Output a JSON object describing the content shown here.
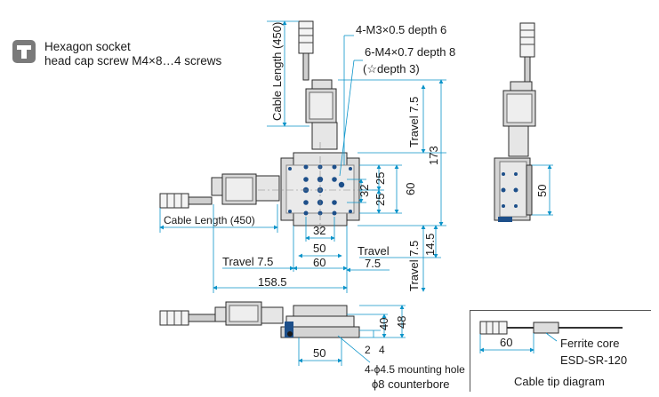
{
  "legend": {
    "icon": "hex-socket-screw-icon",
    "line1": "Hexagon socket",
    "line2": "head cap screw M4×8…4 screws"
  },
  "notes": {
    "m3": "4-M3×0.5 depth 6",
    "m4": "6-M4×0.7 depth 8",
    "m4b": "(☆depth 3)",
    "mount_hole": "4-ϕ4.5 mounting hole",
    "counterbore": "ϕ8 counterbore",
    "ferrite1": "Ferrite core",
    "ferrite2": "ESD-SR-120",
    "tip_title": "Cable tip diagram"
  },
  "dims": {
    "cable_len_v": "Cable Length (450)",
    "cable_len_h": "Cable Length (450)",
    "travel_v_top": "Travel 7.5",
    "d173": "173",
    "d25a": "25",
    "d25b": "25",
    "d32v": "32",
    "d60v": "60",
    "d32h": "32",
    "d50h": "50",
    "d60h": "60",
    "travel_h_left": "Travel 7.5",
    "travel_h_right_1": "Travel",
    "travel_h_right_2": "7.5",
    "d1585": "158.5",
    "travel_v_bot": "Travel 7.5",
    "d145": "14.5",
    "side_50": "50",
    "front_40": "40",
    "front_48": "48",
    "front_2": "2",
    "front_4": "4",
    "front_50": "50",
    "tip_60": "60"
  }
}
